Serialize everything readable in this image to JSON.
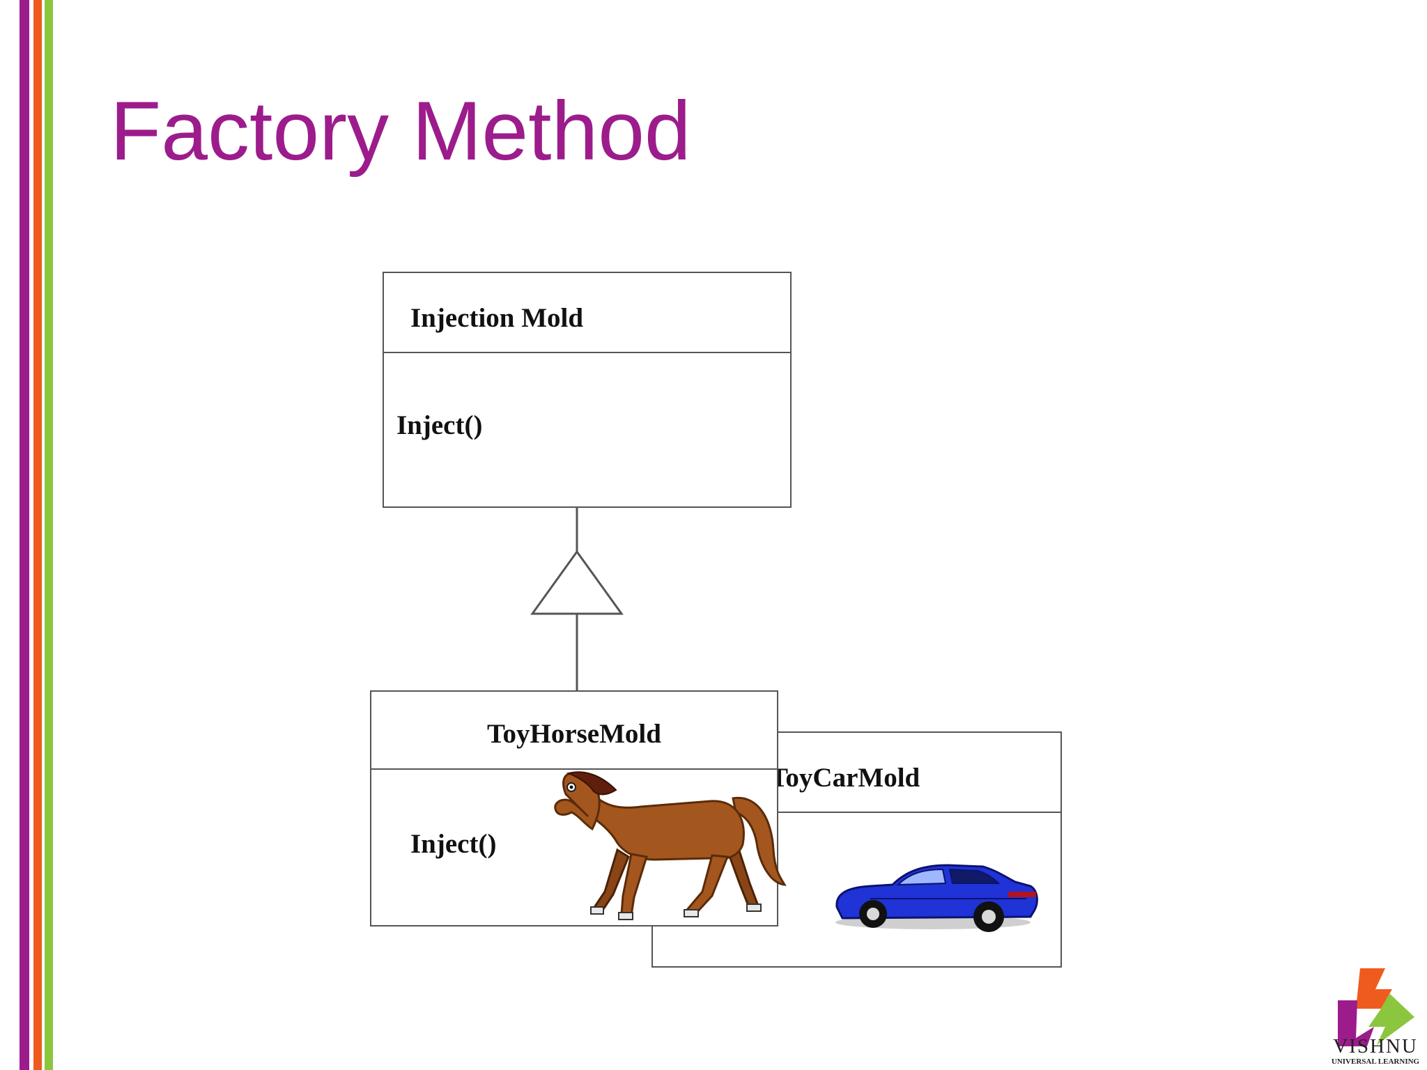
{
  "slide": {
    "title": "Factory Method",
    "colors": {
      "title": "#9c1c8c",
      "stripe_purple": "#9c1c8c",
      "stripe_orange": "#ef5b1f",
      "stripe_green": "#8cc63f"
    }
  },
  "diagram": {
    "parent": {
      "name": "Injection Mold",
      "operation": "Inject()"
    },
    "children": [
      {
        "name": "ToyHorseMold",
        "operation": "Inject()",
        "image": "horse"
      },
      {
        "name": "ToyCarMold",
        "image": "blue-car"
      }
    ],
    "relationship": "inheritance"
  },
  "logo": {
    "name": "VISHNU",
    "tagline": "UNIVERSAL LEARNING",
    "icon": "vishnu-logo-icon"
  }
}
